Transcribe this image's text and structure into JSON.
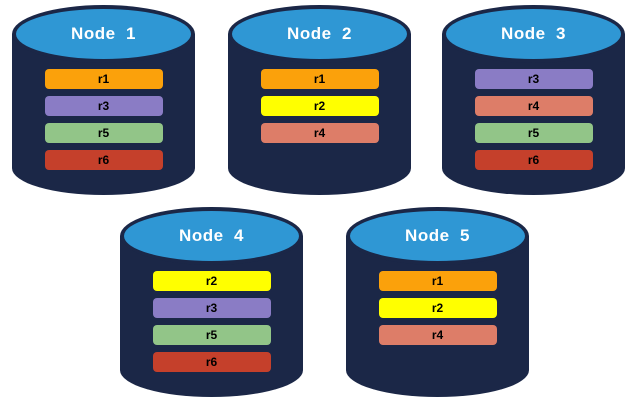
{
  "diagram": {
    "description_colors": {
      "cylinder_body": "#1b2747",
      "cylinder_top": "#2f97d4",
      "title_text": "#ffffff",
      "bar_text": "#000000"
    }
  },
  "replica_palette": {
    "r1": "#fba10b",
    "r2": "#ffff00",
    "r3": "#8a7cc5",
    "r4": "#dd7d68",
    "r5": "#92c588",
    "r6": "#c5402b"
  },
  "nodes": [
    {
      "title": "Node  1",
      "replicas": [
        {
          "label": "r1",
          "color": "#fba10b"
        },
        {
          "label": "r3",
          "color": "#8a7cc5"
        },
        {
          "label": "r5",
          "color": "#92c588"
        },
        {
          "label": "r6",
          "color": "#c5402b"
        }
      ]
    },
    {
      "title": "Node  2",
      "replicas": [
        {
          "label": "r1",
          "color": "#fba10b"
        },
        {
          "label": "r2",
          "color": "#ffff00"
        },
        {
          "label": "r4",
          "color": "#dd7d68"
        }
      ]
    },
    {
      "title": "Node  3",
      "replicas": [
        {
          "label": "r3",
          "color": "#8a7cc5"
        },
        {
          "label": "r4",
          "color": "#dd7d68"
        },
        {
          "label": "r5",
          "color": "#92c588"
        },
        {
          "label": "r6",
          "color": "#c5402b"
        }
      ]
    },
    {
      "title": "Node  4",
      "replicas": [
        {
          "label": "r2",
          "color": "#ffff00"
        },
        {
          "label": "r3",
          "color": "#8a7cc5"
        },
        {
          "label": "r5",
          "color": "#92c588"
        },
        {
          "label": "r6",
          "color": "#c5402b"
        }
      ]
    },
    {
      "title": "Node  5",
      "replicas": [
        {
          "label": "r1",
          "color": "#fba10b"
        },
        {
          "label": "r2",
          "color": "#ffff00"
        },
        {
          "label": "r4",
          "color": "#dd7d68"
        }
      ]
    }
  ]
}
